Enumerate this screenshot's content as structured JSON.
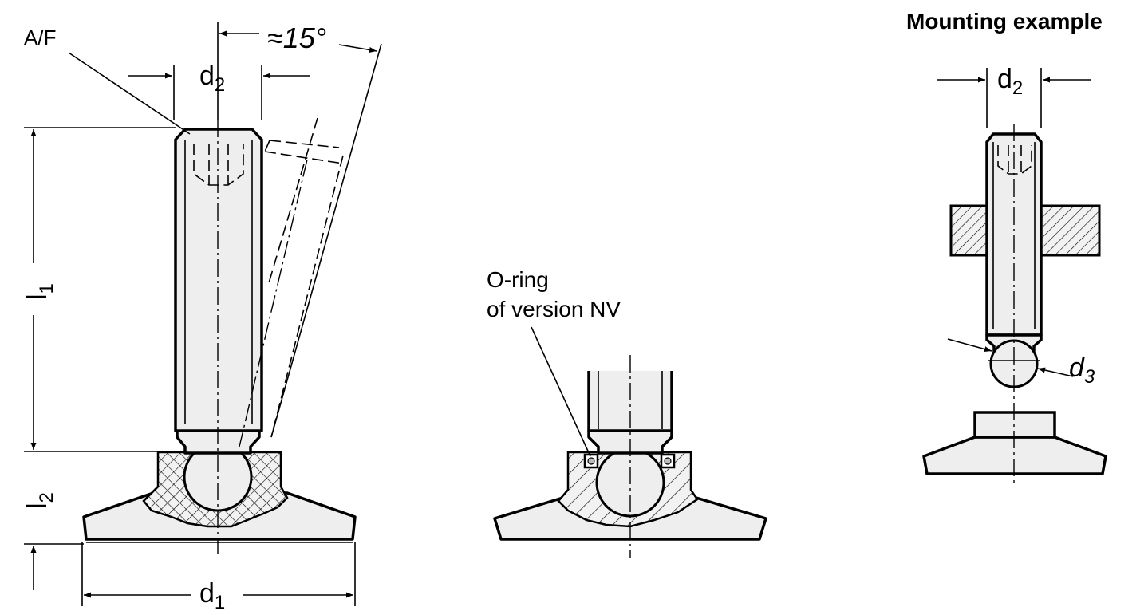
{
  "labels": {
    "af": "A/F",
    "angle": "≈15°",
    "d1": "d",
    "d1_sub": "1",
    "d2": "d",
    "d2_sub": "2",
    "d3": "d",
    "d3_sub": "3",
    "l1": "l",
    "l1_sub": "1",
    "l2": "l",
    "l2_sub": "2",
    "oring_line1": "O-ring",
    "oring_line2": "of version NV",
    "mounting_title": "Mounting example"
  }
}
